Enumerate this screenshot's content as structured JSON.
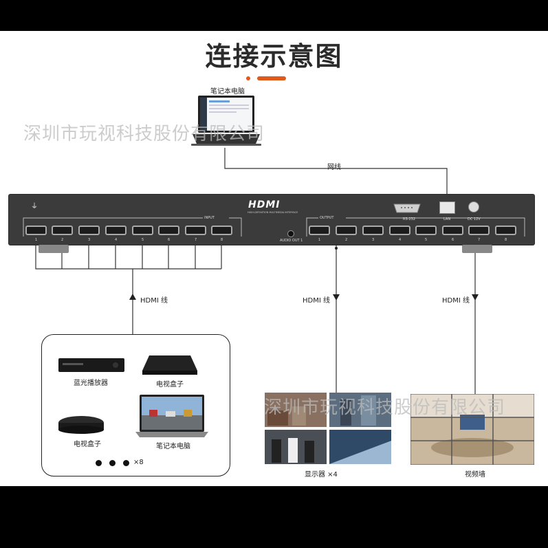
{
  "title": "连接示意图",
  "colors": {
    "accent_orange": "#e05a1c",
    "panel": "#3b3b3b",
    "line": "#333333"
  },
  "laptop_label": "笔记本电脑",
  "network_cable_label": "网线",
  "watermark": "深圳市玩视科技股份有限公司",
  "matrix": {
    "logo": "HDMI",
    "logo_sub": "HIGH-DEFINITION MULTIMEDIA INTERFACE",
    "input_label": "INPUT",
    "output_label": "OUTPUT",
    "audio_out_label": "AUDIO OUT 1",
    "rs232_label": "RS-232",
    "lan_label": "LAN",
    "dc_label": "DC 12V",
    "input_ports": [
      "1",
      "2",
      "3",
      "4",
      "5",
      "6",
      "7",
      "8"
    ],
    "output_ports": [
      "1",
      "2",
      "3",
      "4",
      "5",
      "6",
      "7",
      "8"
    ]
  },
  "cables": {
    "input": "HDMI 线",
    "output_display": "HDMI 线",
    "output_wall": "HDMI 线"
  },
  "sources": {
    "bluray_label": "蓝光播放器",
    "tvbox_label": "电视盒子",
    "tvbox2_label": "电视盒子",
    "laptop_label": "笔记本电脑",
    "count_label": "×8"
  },
  "displays_label": "显示器 ×4",
  "video_wall_label": "视频墙"
}
